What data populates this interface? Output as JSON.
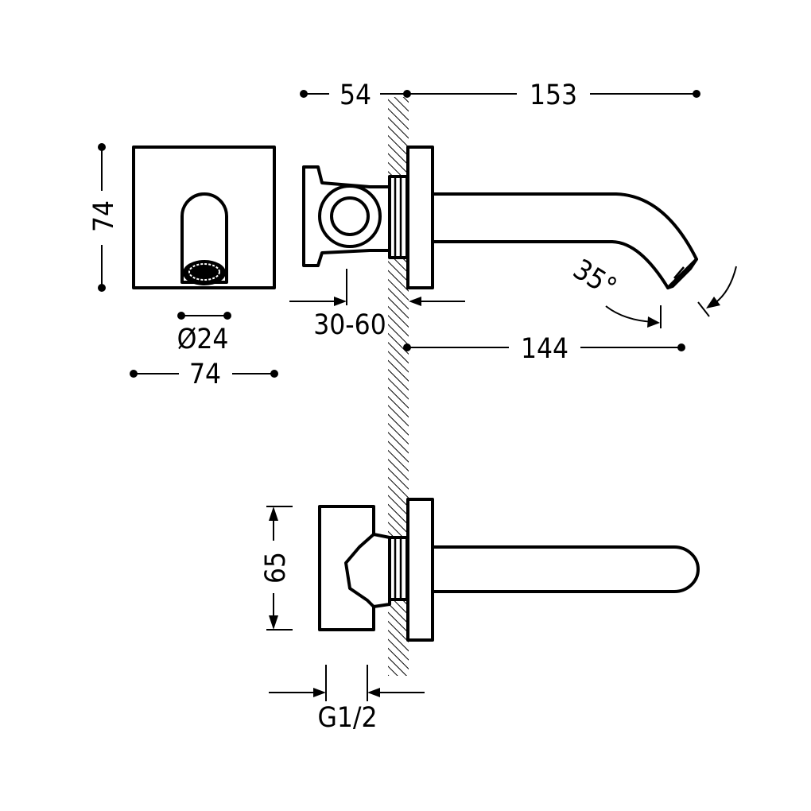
{
  "dimensions": {
    "wall_offset": "54",
    "total_reach": "153",
    "plate_height": "74",
    "plate_width": "74",
    "outlet_diameter": "Ø24",
    "wall_thickness": "30-60",
    "spout_length": "144",
    "angle": "35°",
    "body_height": "65",
    "thread": "G1/2"
  },
  "colors": {
    "line": "#000000",
    "background": "#ffffff"
  }
}
